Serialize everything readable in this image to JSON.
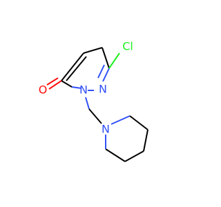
{
  "molecule": {
    "atoms": {
      "chlorine": "Cl",
      "ring_nitrogen_1": "N",
      "ring_nitrogen_2": "N",
      "carbonyl_oxygen": "O",
      "piperidine_nitrogen": "N"
    },
    "colors": {
      "carbon_bond": "#000000",
      "nitrogen": "#3050F8",
      "oxygen": "#FF0D0D",
      "chlorine": "#1FF01F"
    }
  }
}
